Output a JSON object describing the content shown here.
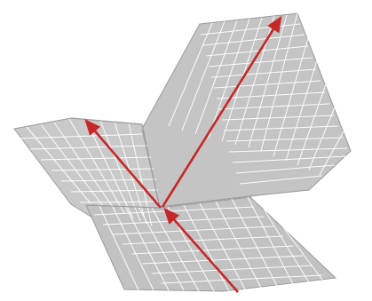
{
  "colors": {
    "background": "#ffffff",
    "surface_fill": "#c4c4c4",
    "surface_shade": "#b3b3b3",
    "mesh_line": "#ffffff",
    "edge_line": "#9a9a9a",
    "arrow": "#c62828"
  },
  "description_labels": {
    "figure": "",
    "caption": ""
  },
  "mesh": {
    "element_type": "quadrilateral",
    "panels": [
      "upper-right-panel",
      "left-panel",
      "lower-panel"
    ]
  },
  "arrows": [
    {
      "name": "arrow-upper-right",
      "direction": "up-right"
    },
    {
      "name": "arrow-upper-left",
      "direction": "up-left"
    },
    {
      "name": "arrow-lower",
      "direction": "up-left"
    }
  ]
}
